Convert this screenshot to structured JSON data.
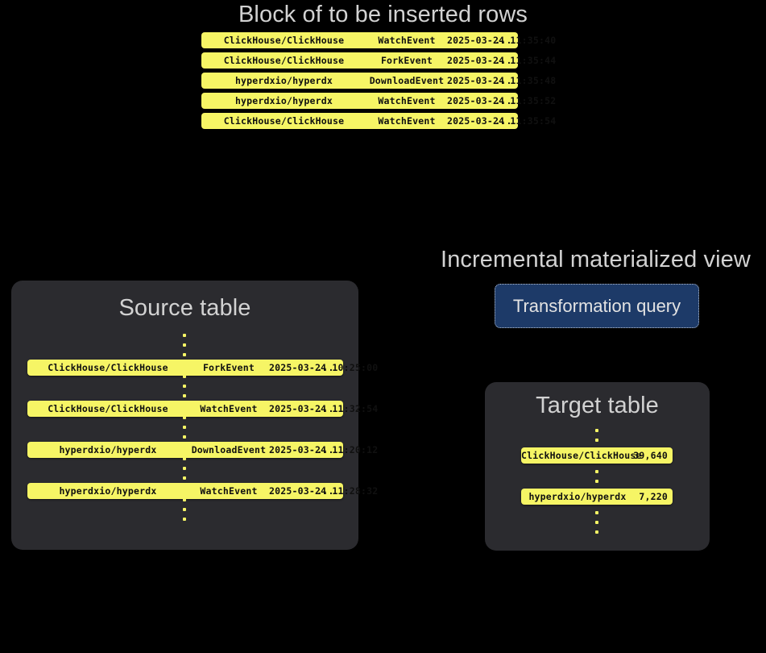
{
  "theme": {
    "background": "#000000",
    "panel_bg": "#2b2b2f",
    "row_yellow": "#f6f565",
    "row_text": "#101010",
    "heading_text": "#d2d2d2",
    "mv_box_fill": "#1d3a68",
    "mv_box_border": "#b9c4d4",
    "dot_color": "#f6f565"
  },
  "insert_block": {
    "title": "Block of to be inserted rows",
    "rows": [
      {
        "repo": "ClickHouse/ClickHouse",
        "event": "WatchEvent",
        "time": "2025-03-24 11:35:40",
        "more": "..."
      },
      {
        "repo": "ClickHouse/ClickHouse",
        "event": "ForkEvent",
        "time": "2025-03-24 11:35:44",
        "more": "..."
      },
      {
        "repo": "hyperdxio/hyperdx",
        "event": "DownloadEvent",
        "time": "2025-03-24 11:35:48",
        "more": "..."
      },
      {
        "repo": "hyperdxio/hyperdx",
        "event": "WatchEvent",
        "time": "2025-03-24 11:35:52",
        "more": "..."
      },
      {
        "repo": "ClickHouse/ClickHouse",
        "event": "WatchEvent",
        "time": "2025-03-24 11:35:54",
        "more": "..."
      }
    ]
  },
  "source_table": {
    "title": "Source table",
    "rows": [
      {
        "repo": "ClickHouse/ClickHouse",
        "event": "ForkEvent",
        "time": "2025-03-24 10:25:00",
        "more": "..."
      },
      {
        "repo": "ClickHouse/ClickHouse",
        "event": "WatchEvent",
        "time": "2025-03-24 11:32:54",
        "more": "..."
      },
      {
        "repo": "hyperdxio/hyperdx",
        "event": "DownloadEvent",
        "time": "2025-03-24 11:20:12",
        "more": "..."
      },
      {
        "repo": "hyperdxio/hyperdx",
        "event": "WatchEvent",
        "time": "2025-03-24 11:28:32",
        "more": "..."
      }
    ]
  },
  "materialized_view": {
    "title": "Incremental materialized view",
    "query_box_label": "Transformation query"
  },
  "target_table": {
    "title": "Target table",
    "rows": [
      {
        "repo": "ClickHouse/ClickHouse",
        "count": "39,640"
      },
      {
        "repo": "hyperdxio/hyperdx",
        "count": "7,220"
      }
    ]
  }
}
